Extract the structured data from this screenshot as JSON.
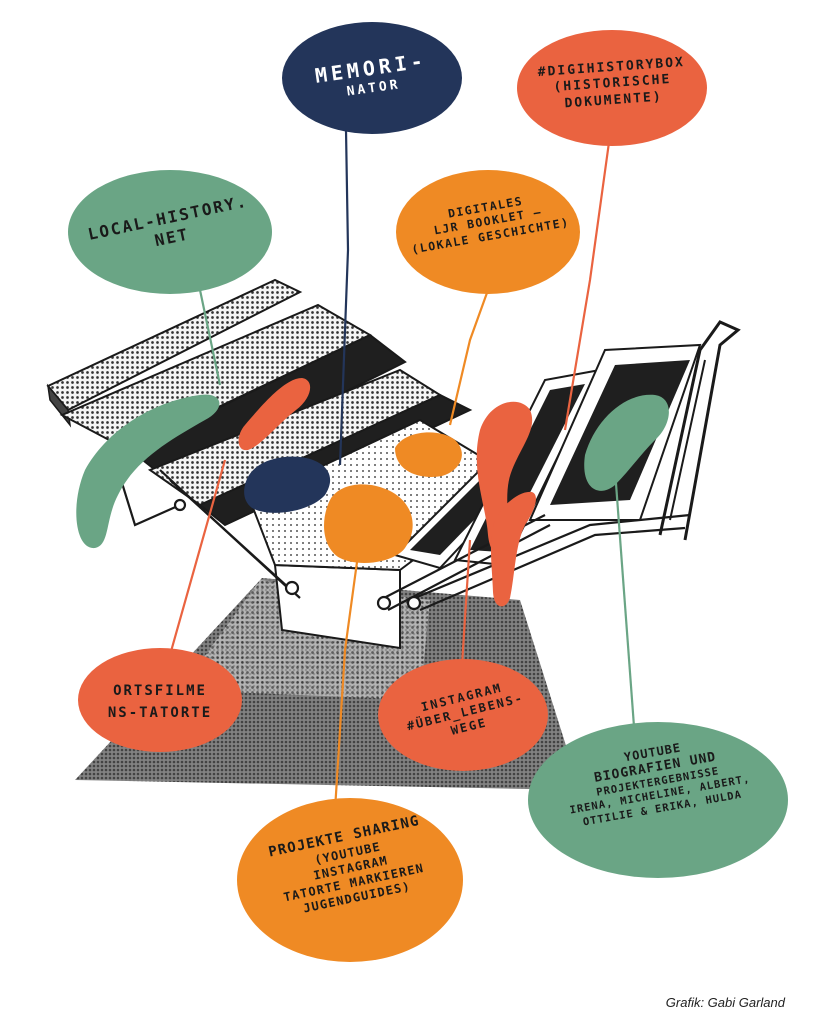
{
  "colors": {
    "green": "#6aa585",
    "navy": "#23355a",
    "orange": "#ef8a24",
    "red": "#ea6340",
    "ink": "#1a1a1a"
  },
  "bubbles": {
    "memorinator": {
      "line1": "MEMORI-",
      "line2": "NATOR"
    },
    "digihistorybox": {
      "line1": "#DIGIHISTORYBOX",
      "line2": "(HISTORISCHE",
      "line3": "DOKUMENTE)"
    },
    "localhistory": {
      "line1": "LOCAL-HISTORY.",
      "line2": "NET"
    },
    "booklet": {
      "line1": "DIGITALES",
      "line2": "LJR BOOKLET –",
      "line3": "(LOKALE GESCHICHTE)"
    },
    "ortsfilme": {
      "line1": "ORTSFILME",
      "line2": "NS-TATORTE"
    },
    "instagram": {
      "line1": "INSTAGRAM",
      "line2": "#ÜBER_LEBENS-",
      "line3": "WEGE"
    },
    "youtube": {
      "line1": "YOUTUBE",
      "line2": "BIOGRAFIEN UND",
      "line3": "PROJEKTERGEBNISSE",
      "line4": "IRENA, MICHELINE, ALBERT,",
      "line5": "OTTILIE & ERIKA, HULDA"
    },
    "sharing": {
      "line1": "PROJEKTE SHARING",
      "line2": "(YOUTUBE",
      "line3": "INSTAGRAM",
      "line4": "TATORTE MARKIEREN",
      "line5": "JUGENDGUIDES)"
    }
  },
  "credit": "Grafik: Gabi Garland"
}
